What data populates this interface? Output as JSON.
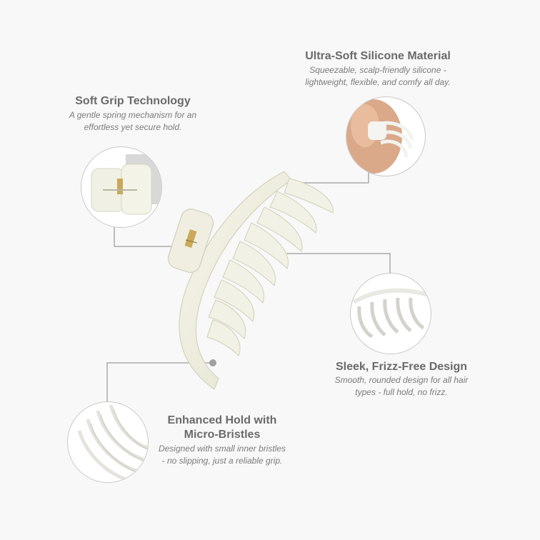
{
  "features": {
    "silicone": {
      "title": "Ultra-Soft Silicone Material",
      "desc_1": "Squeezable, scalp-friendly silicone -",
      "desc_2": "lightweight, flexible, and comfy all day."
    },
    "grip": {
      "title": "Soft Grip Technology",
      "desc_1": "A gentle spring mechanism for an",
      "desc_2": "effortless yet secure hold."
    },
    "sleek": {
      "title": "Sleek, Frizz-Free Design",
      "desc_1": "Smooth, rounded design for all hair",
      "desc_2": "types - full hold, no frizz."
    },
    "bristles": {
      "title_1": "Enhanced Hold with",
      "title_2": "Micro-Bristles",
      "desc_1": "Designed with small inner bristles",
      "desc_2": "- no slipping, just a reliable grip."
    }
  },
  "colors": {
    "background": "#f8f8f8",
    "clip_body": "#f1f0e4",
    "clip_shade": "#dddcc9",
    "callout_line": "#a9a9a9",
    "callout_dot": "#a0a0a0",
    "title_text": "#6a6a6a",
    "desc_text": "#7b7b7b"
  }
}
